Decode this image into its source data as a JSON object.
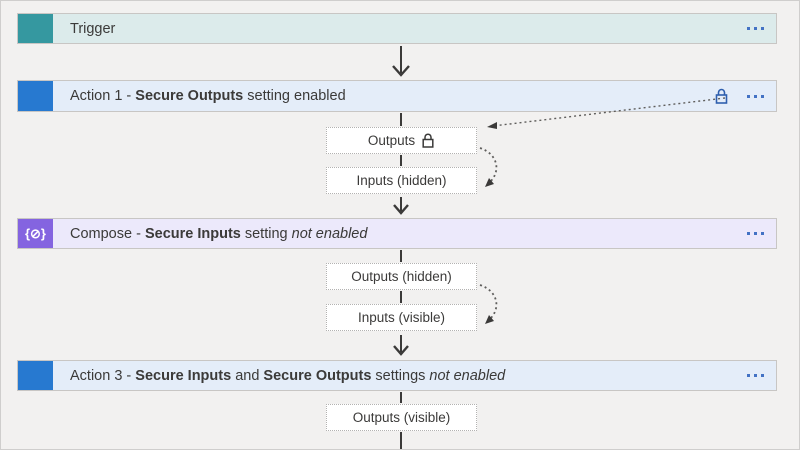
{
  "colors": {
    "canvas_bg": "#f2f1f0",
    "frame_border": "#cfcecd",
    "trigger_icon": "#3598a0",
    "trigger_bar_bg": "#dcebeb",
    "action_icon": "#2779d0",
    "action_bar_bg": "#e4edf9",
    "compose_icon": "#8464e0",
    "compose_bar_bg": "#ece9fb",
    "bar_border": "#c8c6c4",
    "ellipsis": "#4372c4",
    "lock_blue": "#2f5fae",
    "connector": "#3b3a39",
    "dotted": "#5f5e5c",
    "box_border": "#b3b2b1",
    "box_bg": "#ffffff",
    "text": "#3b3a39"
  },
  "bars": {
    "trigger": {
      "label": "Trigger"
    },
    "action1": {
      "pre": "Action 1 - ",
      "bold1": "Secure Outputs",
      "post": " setting enabled"
    },
    "compose": {
      "pre": "Compose - ",
      "bold1": "Secure Inputs",
      "mid": " setting ",
      "italic1": "not enabled"
    },
    "action3": {
      "pre": "Action 3 - ",
      "bold1": "Secure Inputs",
      "mid1": " and ",
      "bold2": "Secure Outputs",
      "mid2": " settings ",
      "italic1": "not enabled"
    }
  },
  "boxes": {
    "action1_outputs": {
      "label": "Outputs"
    },
    "action1_inputs": {
      "label": "Inputs (hidden)"
    },
    "compose_outputs": {
      "label": "Outputs (hidden)"
    },
    "compose_inputs": {
      "label": "Inputs (visible)"
    },
    "action3_outputs": {
      "label": "Outputs (visible)"
    }
  },
  "icons": {
    "compose_glyph": "{⊘}",
    "ellipsis_icon": "more-options",
    "bar_lock_icon": "secure-outputs-lock",
    "outputs_lock_icon": "outputs-secured-lock"
  }
}
